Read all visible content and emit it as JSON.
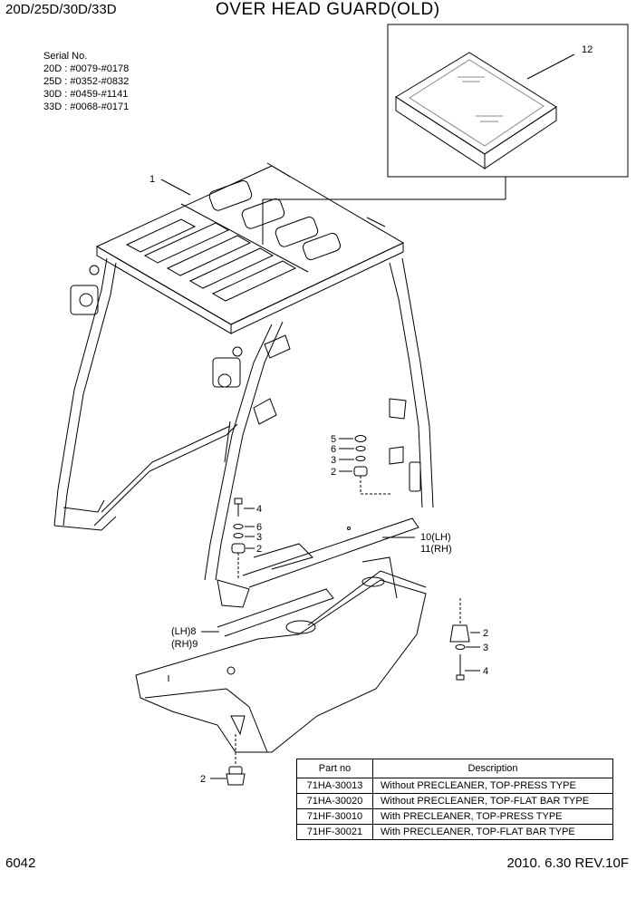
{
  "header": {
    "model": "20D/25D/30D/33D",
    "title": "OVER HEAD GUARD(OLD)"
  },
  "serial": {
    "heading": "Serial No.",
    "lines": [
      "20D : #0079-#0178",
      "25D : #0352-#0832",
      "30D : #0459-#1141",
      "33D : #0068-#0171"
    ]
  },
  "callouts": {
    "c1": "1",
    "c12": "12",
    "c5": "5",
    "c6a": "6",
    "c3a": "3",
    "c2a": "2",
    "c4a": "4",
    "c6b": "6",
    "c3b": "3",
    "c2b": "2",
    "c10": "10(LH)",
    "c11": "11(RH)",
    "c8": "(LH)8",
    "c9": "(RH)9",
    "c2c": "2",
    "c3c": "3",
    "c4c": "4",
    "c2d": "2"
  },
  "parts_table": {
    "headers": [
      "Part no",
      "Description"
    ],
    "rows": [
      {
        "part_no": "71HA-30013",
        "description": "Without PRECLEANER, TOP-PRESS TYPE"
      },
      {
        "part_no": "71HA-30020",
        "description": "Without PRECLEANER, TOP-FLAT BAR TYPE"
      },
      {
        "part_no": "71HF-30010",
        "description": "With PRECLEANER, TOP-PRESS TYPE"
      },
      {
        "part_no": "71HF-30021",
        "description": "With PRECLEANER, TOP-FLAT BAR TYPE"
      }
    ]
  },
  "footer": {
    "page": "6042",
    "revision": "2010. 6.30  REV.10F"
  }
}
